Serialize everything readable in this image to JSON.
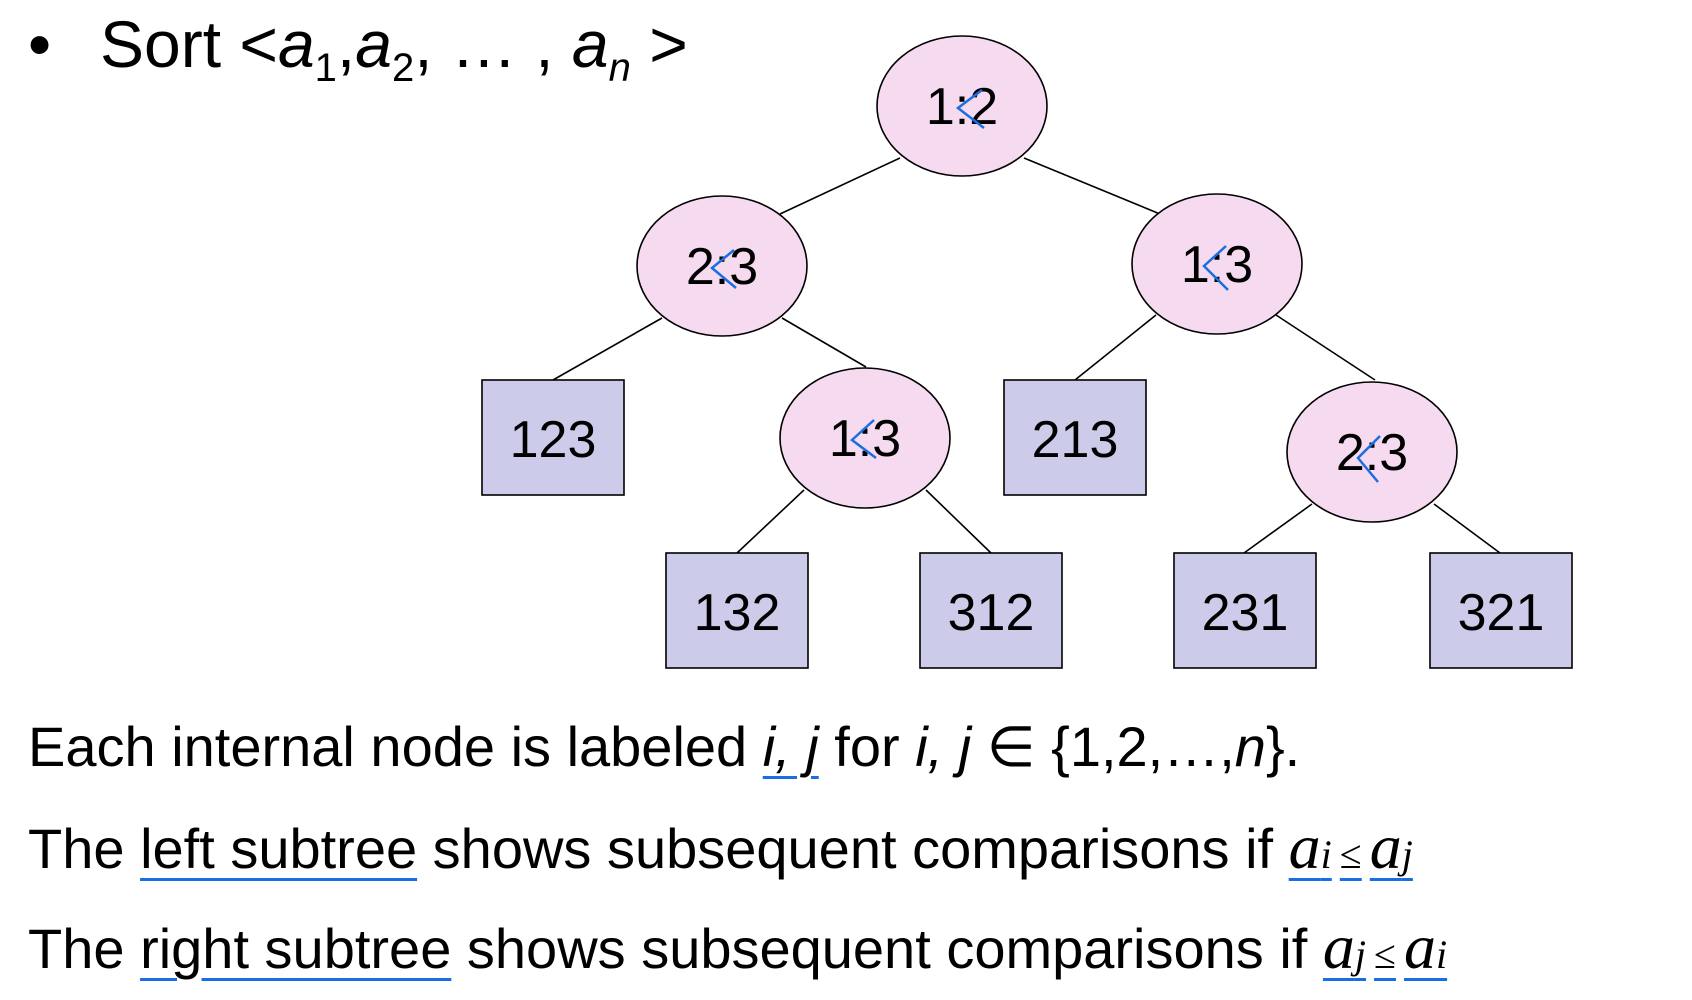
{
  "headline": {
    "bullet": "•",
    "prefix": "Sort <",
    "a": "a",
    "sub1": "1",
    "sep1": ",",
    "sub2": "2",
    "ellipsis": ", … , ",
    "subn": "n",
    "suffix": " >"
  },
  "colors": {
    "internal_node_fill": "#f6daf0",
    "leaf_fill": "#ccccea",
    "edge": "#000000",
    "annotation": "#1a6fe0"
  },
  "tree": {
    "internal_nodes": [
      {
        "id": "root",
        "label": "1:2"
      },
      {
        "id": "n23a",
        "label": "2:3"
      },
      {
        "id": "n13a",
        "label": "1:3"
      },
      {
        "id": "n13b",
        "label": "1:3"
      },
      {
        "id": "n23b",
        "label": "2:3"
      }
    ],
    "leaves": [
      {
        "id": "l123",
        "label": "123"
      },
      {
        "id": "l213",
        "label": "213"
      },
      {
        "id": "l132",
        "label": "132"
      },
      {
        "id": "l312",
        "label": "312"
      },
      {
        "id": "l231",
        "label": "231"
      },
      {
        "id": "l321",
        "label": "321"
      }
    ]
  },
  "line1": {
    "t1": "Each internal node is labeled ",
    "ij": "i, j",
    "t2": " for ",
    "ij2": "i, j",
    "elem": " ∈ ",
    "set_open": " {1,2,…,",
    "n": "n",
    "set_close": "}."
  },
  "line2": {
    "t1": "The ",
    "left": "left subtree",
    "t2": " shows subsequent comparisons if ",
    "a1": "a",
    "i": "i",
    "le": "≤",
    "a2": "a",
    "j": "j"
  },
  "line3": {
    "t1": "The ",
    "right": "right subtree",
    "t2": " shows subsequent comparisons if ",
    "a1": "a",
    "j": "j",
    "le": "≤",
    "a2": "a",
    "i": "i"
  }
}
